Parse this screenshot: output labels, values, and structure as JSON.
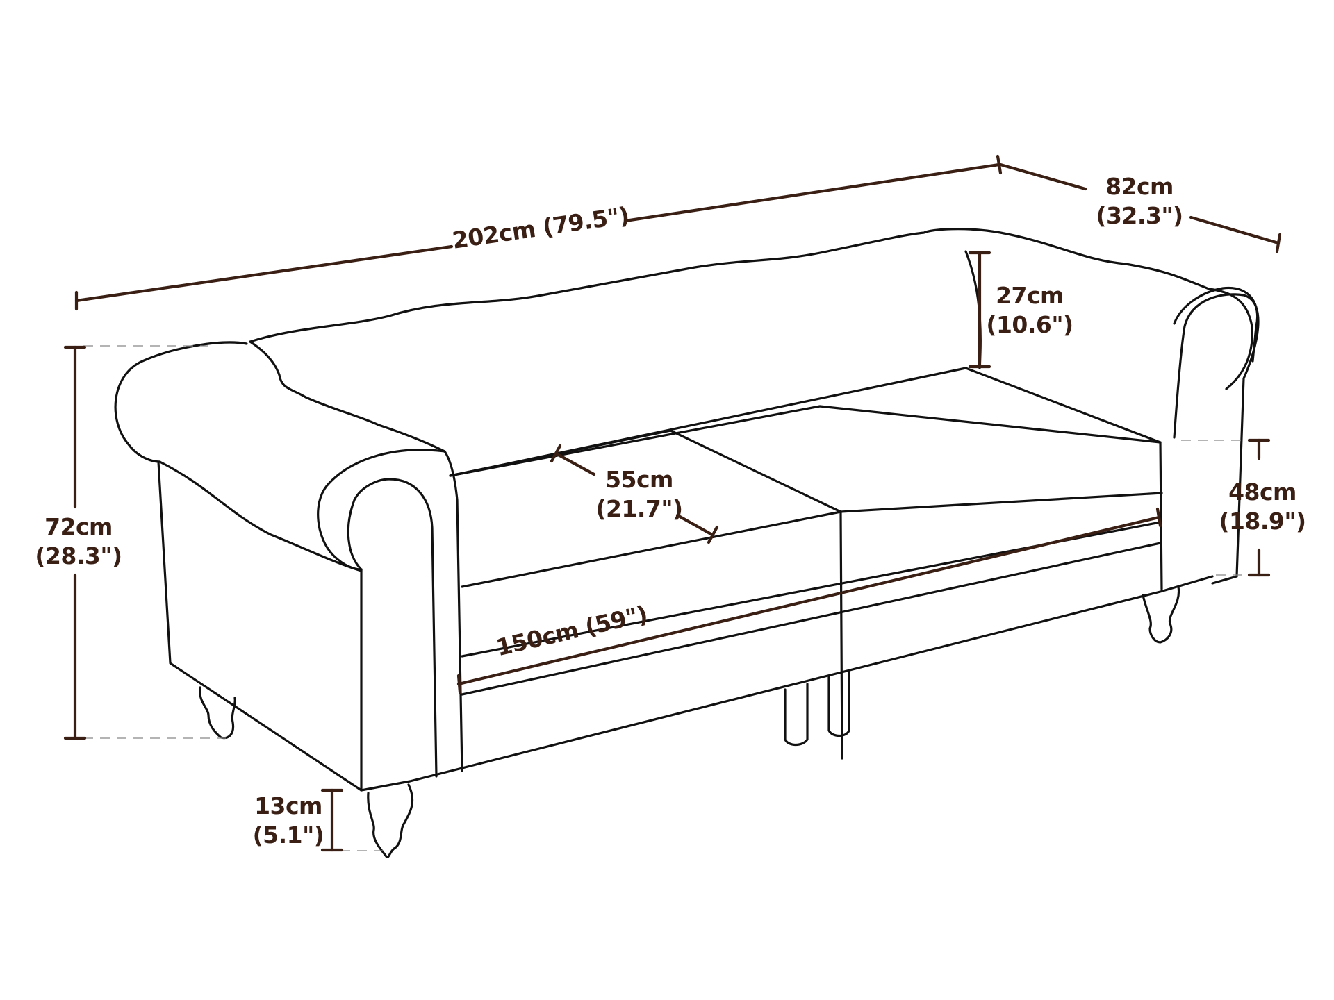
{
  "diagram": {
    "subject": "Chesterfield sofa dimension line drawing",
    "colors": {
      "outline": "#111111",
      "dimension": "#3a1f14",
      "background": "#ffffff",
      "guide": "#888888"
    },
    "dimensions": {
      "width": {
        "metric": "202cm",
        "imperial": "(79.5\")",
        "label": "202cm (79.5\")"
      },
      "depth": {
        "metric": "82cm",
        "imperial": "(32.3\")"
      },
      "back_height": {
        "metric": "27cm",
        "imperial": "(10.6\")"
      },
      "seat_depth": {
        "metric": "55cm",
        "imperial": "(21.7\")"
      },
      "seat_height": {
        "metric": "48cm",
        "imperial": "(18.9\")"
      },
      "total_height": {
        "metric": "72cm",
        "imperial": "(28.3\")"
      },
      "seat_width": {
        "metric": "150cm",
        "imperial": "(59\")",
        "label": "150cm (59\")"
      },
      "leg_height": {
        "metric": "13cm",
        "imperial": "(5.1\")"
      }
    }
  }
}
